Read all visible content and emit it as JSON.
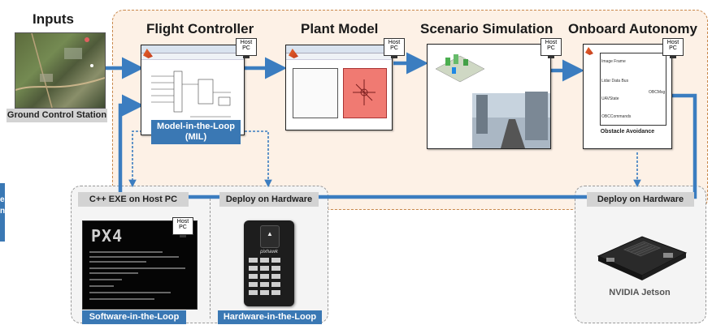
{
  "headers": {
    "inputs": "Inputs",
    "flight_controller": "Flight Controller",
    "plant_model": "Plant Model",
    "scenario_simulation": "Scenario Simulation",
    "onboard_autonomy": "Onboard Autonomy"
  },
  "labels": {
    "ground_control_station": "Ground Control Station",
    "mil_line1": "Model-in-the-Loop",
    "mil_line2": "(MIL)",
    "cpp_exe": "C++ EXE on Host PC",
    "deploy_hw_left": "Deploy on Hardware",
    "deploy_hw_right": "Deploy on Hardware",
    "sil": "Software-in-the-Loop",
    "hil": "Hardware-in-the-Loop",
    "nvidia": "NVIDIA Jetson",
    "obstacle_avoidance": "Obstacle Avoidance",
    "host_pc_line1": "Host",
    "host_pc_line2": "PC",
    "px4": "PX4",
    "pixhawk": "pixhawk",
    "side_text": "e\nn"
  },
  "autonomy_ports": {
    "in": [
      "Image Frame",
      "Lidar Data Bus",
      "UAVState",
      "OBCCommands"
    ],
    "out": "OBCMsg"
  },
  "colors": {
    "accent_blue": "#3a78b4",
    "arrow_blue": "#3b7dc0",
    "orange_region": "#fdf1e6",
    "orange_border": "#c8874a",
    "gray_region": "#f4f4f4"
  }
}
